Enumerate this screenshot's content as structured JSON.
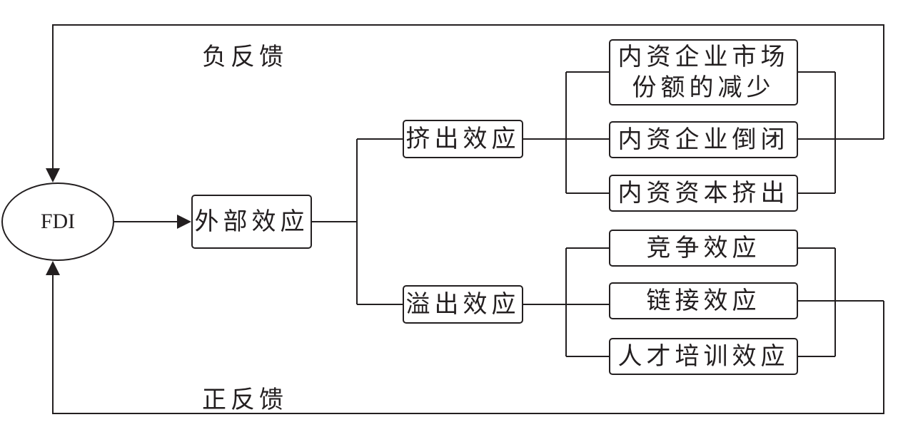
{
  "diagram": {
    "start_node": "FDI",
    "external_effect": "外部效应",
    "crowding_out": {
      "label": "挤出效应",
      "items": [
        [
          "内资企业市场",
          "份额的减少"
        ],
        "内资企业倒闭",
        "内资资本挤出"
      ]
    },
    "spillover": {
      "label": "溢出效应",
      "items": [
        "竞争效应",
        "链接效应",
        "人才培训效应"
      ]
    },
    "negative_feedback": "负反馈",
    "positive_feedback": "正反馈"
  },
  "colors": {
    "stroke": "#231f20",
    "background": "#ffffff"
  }
}
